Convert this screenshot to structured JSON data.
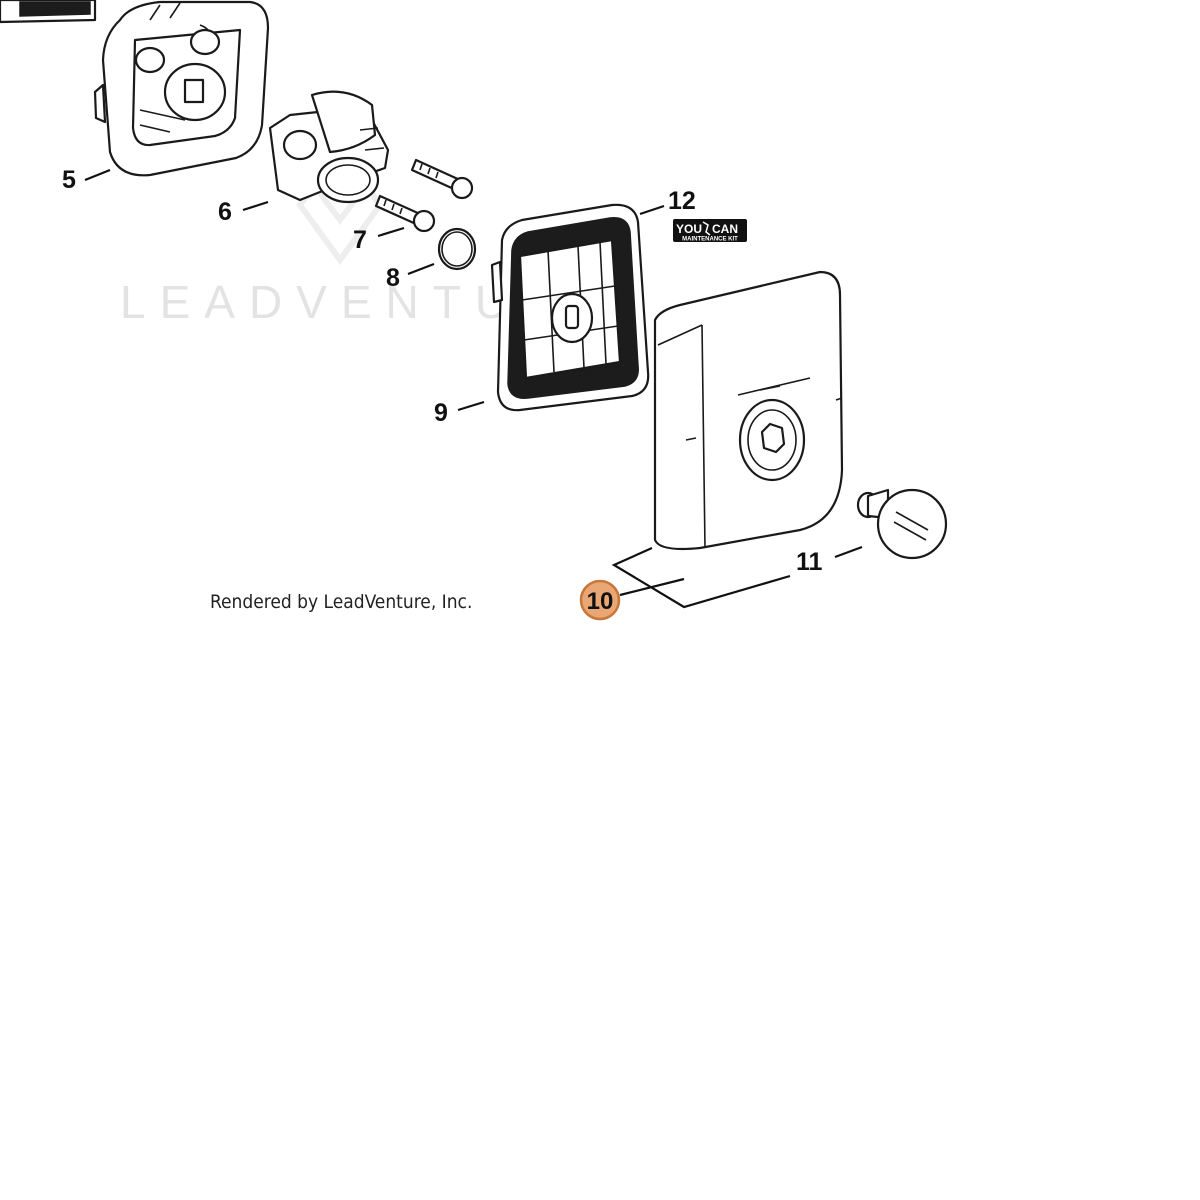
{
  "watermark": {
    "text": "LEADVENTURE"
  },
  "credit": "Rendered by LeadVenture, Inc.",
  "callouts": [
    {
      "id": "5",
      "label": "5"
    },
    {
      "id": "6",
      "label": "6"
    },
    {
      "id": "7",
      "label": "7"
    },
    {
      "id": "8",
      "label": "8"
    },
    {
      "id": "9",
      "label": "9"
    },
    {
      "id": "10",
      "label": "10",
      "highlighted": true
    },
    {
      "id": "11",
      "label": "11"
    },
    {
      "id": "12",
      "label": "12"
    }
  ],
  "maintenance_kit_badge": {
    "line1_left": "YOU",
    "line1_right": "CAN",
    "line2": "MAINTENANCE KIT"
  },
  "colors": {
    "highlight_fill": "#e8a774",
    "highlight_stroke": "#c7773a",
    "ink": "#111111"
  }
}
